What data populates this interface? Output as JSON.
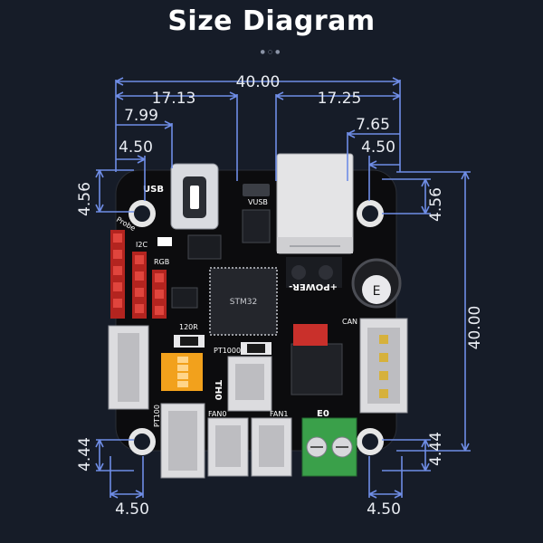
{
  "header": {
    "title": "Size Diagram"
  },
  "dimensions": {
    "overall_width": "40.00",
    "overall_height": "40.00",
    "left_top_17": "17.13",
    "right_top_17": "17.25",
    "left_7": "7.99",
    "right_7": "7.65",
    "left_hole_x_top": "4.50",
    "right_hole_x_top": "4.50",
    "left_hole_y_top": "4.56",
    "right_hole_y_top": "4.56",
    "left_hole_y_bottom": "4.44",
    "right_hole_y_bottom": "4.44",
    "left_hole_x_bottom": "4.50",
    "right_hole_x_bottom": "4.50"
  },
  "board_labels": {
    "usb": "USB",
    "vusb": "VUSB",
    "probe": "Probe",
    "i2c": "I2C",
    "rgb": "RGB",
    "power": "+POWER-",
    "can": "CAN",
    "r120": "120R",
    "pt1000": "PT1000",
    "pt100": "PT100",
    "th0": "TH0",
    "fan0": "FAN0",
    "fan1": "FAN1",
    "e0": "E0",
    "cap": "E",
    "mcu_text": "STM32"
  },
  "colors": {
    "background": "#161c28",
    "dimension_line": "#6f8de6",
    "pcb": "#0c0c0e",
    "connector": "#e2e2e2",
    "header_pins": "#d0302c",
    "terminal": "#3aa04a",
    "dip_switch": "#f2a11c"
  }
}
